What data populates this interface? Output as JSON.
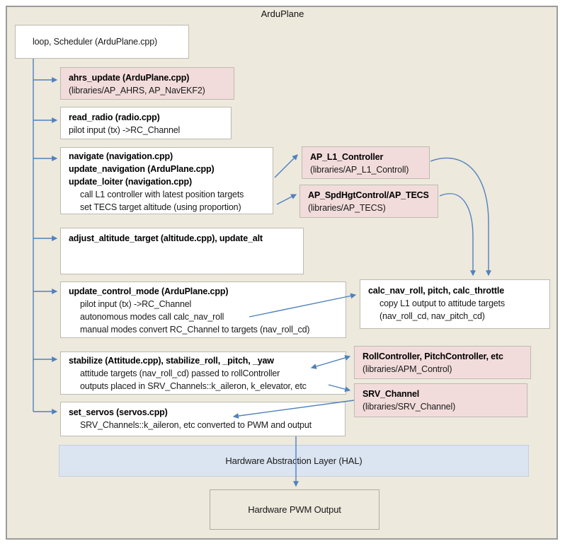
{
  "diagram_title": "ArduPlane",
  "colors": {
    "background": "#EDE9DD",
    "box_white": "#FFFFFF",
    "box_pink": "#F2DCDB",
    "box_blue": "#DBE5F1",
    "arrow": "#4F81BD",
    "border": "#BDBAB1"
  },
  "nodes": {
    "loop_scheduler": {
      "title": "loop, Scheduler (ArduPlane.cpp)"
    },
    "ahrs_update": {
      "title": "ahrs_update (ArduPlane.cpp)",
      "subtitle": "(libraries/AP_AHRS, AP_NavEKF2)"
    },
    "read_radio": {
      "title": "read_radio (radio.cpp)",
      "subtitle": "pilot input (tx) ->RC_Channel"
    },
    "navigate": {
      "titles": [
        "navigate (navigation.cpp)",
        "update_navigation (ArduPlane.cpp)",
        "update_loiter (navigation.cpp)"
      ],
      "details": [
        "call L1 controller with latest position targets",
        "set TECS target altitude (using proportion)"
      ]
    },
    "ap_l1_controller": {
      "title": "AP_L1_Controller",
      "subtitle": "(libraries/AP_L1_Controll)"
    },
    "ap_tecs": {
      "title": "AP_SpdHgtControl/AP_TECS",
      "subtitle": "(libraries/AP_TECS)"
    },
    "adjust_altitude": {
      "title": "adjust_altitude_target (altitude.cpp), update_alt"
    },
    "update_control_mode": {
      "title": "update_control_mode (ArduPlane.cpp)",
      "details": [
        "pilot input (tx) ->RC_Channel",
        "autonomous modes call calc_nav_roll",
        "manual modes convert RC_Channel to targets (nav_roll_cd)"
      ]
    },
    "calc_nav_roll": {
      "title": "calc_nav_roll, pitch, calc_throttle",
      "details": [
        "copy L1 output to attitude targets",
        "(nav_roll_cd, nav_pitch_cd)"
      ]
    },
    "stabilize": {
      "title": "stabilize (Attitude.cpp), stabilize_roll, _pitch, _yaw",
      "details": [
        "attitude targets (nav_roll_cd) passed to rollController",
        "outputs placed in SRV_Channels::k_aileron, k_elevator, etc"
      ]
    },
    "roll_controller": {
      "title": "RollController, PitchController, etc",
      "subtitle": "(libraries/APM_Control)"
    },
    "srv_channel": {
      "title": "SRV_Channel",
      "subtitle": "(libraries/SRV_Channel)"
    },
    "set_servos": {
      "title": "set_servos (servos.cpp)",
      "details": [
        "SRV_Channels::k_aileron, etc converted to PWM and output"
      ]
    },
    "hal": {
      "title": "Hardware Abstraction Layer (HAL)"
    },
    "pwm": {
      "title": "Hardware PWM Output"
    }
  }
}
